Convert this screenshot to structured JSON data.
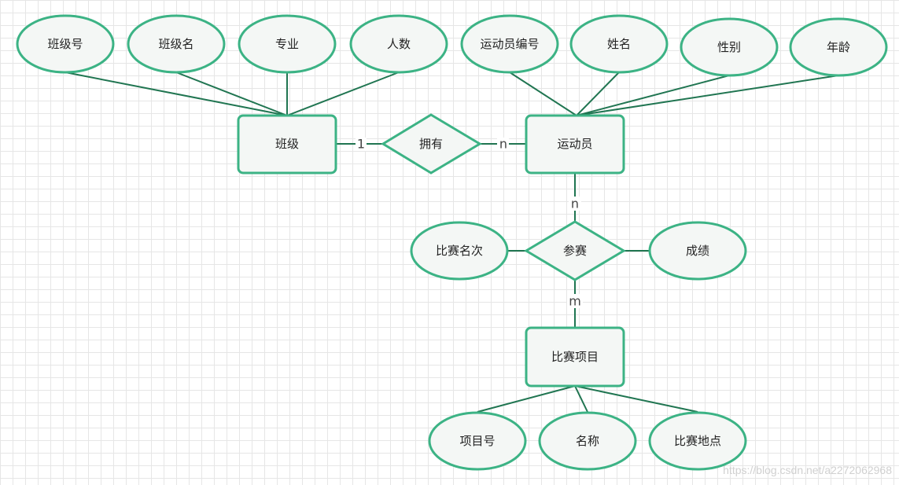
{
  "diagram": {
    "entities": {
      "class": "班级",
      "athlete": "运动员",
      "event": "比赛项目"
    },
    "relationships": {
      "has": "拥有",
      "participate": "参赛"
    },
    "attributes": {
      "class_no": "班级号",
      "class_name": "班级名",
      "major": "专业",
      "headcount": "人数",
      "athlete_no": "运动员编号",
      "name": "姓名",
      "gender": "性别",
      "age": "年龄",
      "rank": "比赛名次",
      "score": "成绩",
      "event_no": "项目号",
      "event_name": "名称",
      "venue": "比赛地点"
    },
    "cardinalities": {
      "class_has": "1",
      "athlete_has": "n",
      "athlete_participate": "n",
      "event_participate": "m"
    }
  },
  "watermark": "https://blog.csdn.net/a2272062968",
  "colors": {
    "shape_fill": "#f4f7f5",
    "shape_stroke": "#3cb385",
    "edge": "#207551",
    "grid": "#e6e6e6",
    "watermark": "#d0d0d0"
  }
}
